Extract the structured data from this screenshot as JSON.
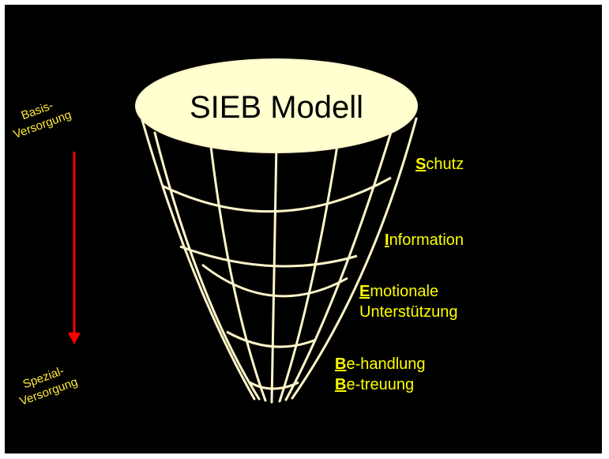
{
  "title": "SIEB Modell",
  "colors": {
    "background": "#000000",
    "ellipse_fill": "#ffffd0",
    "grid": "#fff5c8",
    "arrow": "#ff0000",
    "text_yellow": "#ffff00",
    "axis_label": "#ffeb3b"
  },
  "axis": {
    "top_label": [
      "Basis-",
      "Versorgung"
    ],
    "bottom_label": [
      "Spezial-",
      "Versorgung"
    ]
  },
  "levels": [
    {
      "initial": "S",
      "lines": [
        "chutz"
      ]
    },
    {
      "initial": "I",
      "lines": [
        "nformation"
      ]
    },
    {
      "initial": "E",
      "lines": [
        "motionale",
        "Unterstützung"
      ]
    },
    {
      "initial": "B",
      "lines": [
        "e-handlung"
      ],
      "second_initial": "B",
      "second_rest": "e-treuung"
    }
  ]
}
